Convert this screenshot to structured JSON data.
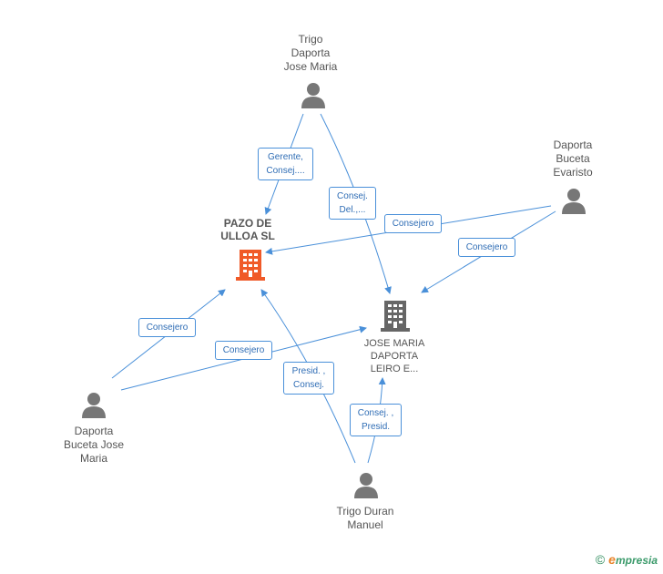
{
  "nodes": {
    "trigo_daporta": {
      "label": "Trigo\nDaporta\nJose Maria",
      "icon": "person-icon"
    },
    "daporta_evaristo": {
      "label": "Daporta\nBuceta\nEvaristo",
      "icon": "person-icon"
    },
    "daporta_jose": {
      "label": "Daporta\nBuceta Jose\nMaria",
      "icon": "person-icon"
    },
    "trigo_duran": {
      "label": "Trigo Duran\nManuel",
      "icon": "person-icon"
    },
    "pazo": {
      "label": "PAZO DE\nULLOA SL",
      "icon": "building-icon",
      "color": "#f05a28"
    },
    "jose_maria_co": {
      "label": "JOSE MARIA\nDAPORTA\nLEIRO E...",
      "icon": "building-icon",
      "color": "#666666"
    }
  },
  "edges": {
    "e1": "Gerente,\nConsej....",
    "e2": "Consej.\nDel.,...",
    "e3": "Consejero",
    "e4": "Consejero",
    "e5": "Consejero",
    "e6": "Consejero",
    "e7": "Presid. ,\nConsej.",
    "e8": "Consej. ,\nPresid."
  },
  "footer": {
    "copyright": "©",
    "brand_e": "e",
    "brand_rest": "mpresia"
  },
  "colors": {
    "edge": "#4a90d9",
    "person": "#777777",
    "primary_company": "#f05a28",
    "secondary_company": "#666666"
  }
}
